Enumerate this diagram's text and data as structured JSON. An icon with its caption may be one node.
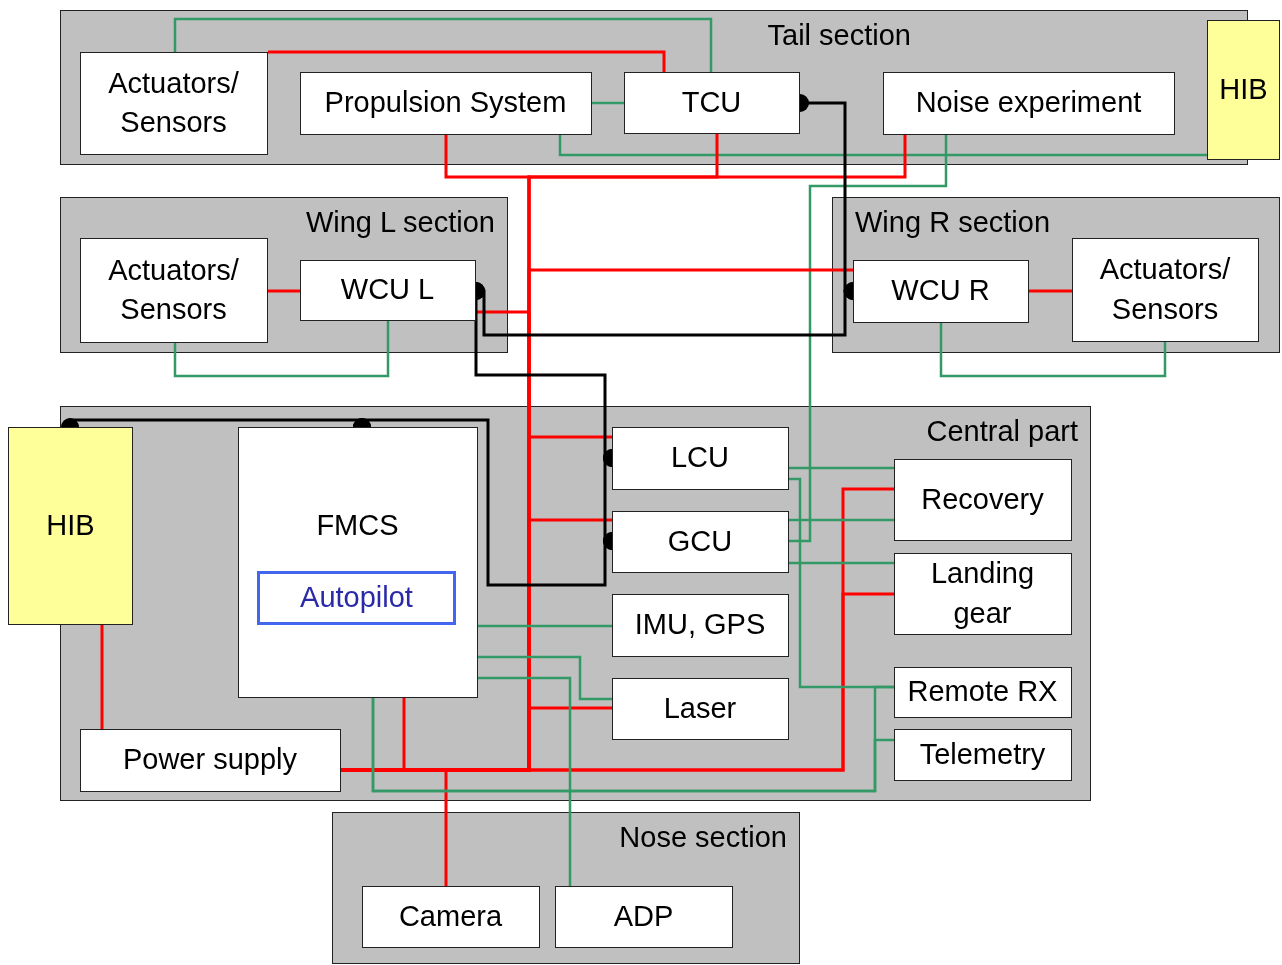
{
  "diagram": {
    "nodes": [
      {
        "text": [
          "Tail section"
        ]
      },
      {
        "text": [
          "Actuators/ Sensors"
        ],
        "in": 0
      },
      {
        "text": [
          "Propulsion System"
        ],
        "in": 0
      },
      {
        "text": [
          "TCU"
        ],
        "in": 0
      },
      {
        "text": [
          "Noise experiment"
        ],
        "in": 0
      },
      {
        "text": [
          "HIB"
        ]
      },
      {
        "text": [
          "Wing L section"
        ]
      },
      {
        "text": [
          "Actuators/ Sensors"
        ],
        "in": 6
      },
      {
        "text": [
          "WCU L"
        ],
        "in": 6
      },
      {
        "text": [
          "Wing R section"
        ]
      },
      {
        "text": [
          "WCU R"
        ],
        "in": 9
      },
      {
        "text": [
          "Actuators/ Sensors"
        ],
        "in": 9
      },
      {
        "text": [
          "Central part"
        ]
      },
      {
        "text": [
          "HIB"
        ]
      },
      {
        "text": [
          "FMCS"
        ],
        "in": 12
      },
      {
        "text": [
          "Autopilot"
        ],
        "in": 14
      },
      {
        "text": [
          "LCU"
        ],
        "in": 12
      },
      {
        "text": [
          "GCU"
        ],
        "in": 12
      },
      {
        "text": [
          "IMU, GPS"
        ],
        "in": 12
      },
      {
        "text": [
          "Laser"
        ],
        "in": 12
      },
      {
        "text": [
          "Recovery"
        ],
        "in": 12
      },
      {
        "text": [
          "Landing gear"
        ],
        "in": 12
      },
      {
        "text": [
          "Remote RX"
        ],
        "in": 12
      },
      {
        "text": [
          "Telemetry"
        ],
        "in": 12
      },
      {
        "text": [
          "Power supply"
        ],
        "in": 12
      },
      {
        "text": [
          "Nose section"
        ]
      },
      {
        "text": [
          "Camera"
        ],
        "in": 25
      },
      {
        "text": [
          "ADP"
        ],
        "in": 25
      }
    ],
    "edges": [
      {
        "from": 1,
        "to": 3,
        "arrow": "none"
      },
      {
        "from": 1,
        "to": 3,
        "arrow": "none",
        "color": "#339966"
      },
      {
        "from": 2,
        "to": 3,
        "arrow": "none",
        "color": "#339966"
      },
      {
        "from": 2,
        "to": 5,
        "arrow": "none",
        "color": "#339966"
      },
      {
        "from": 4,
        "to": 17,
        "arrow": "none",
        "color": "#339966"
      },
      {
        "from": 24,
        "to": 2,
        "arrow": "none"
      },
      {
        "from": 24,
        "to": 3,
        "arrow": "none"
      },
      {
        "from": 24,
        "to": 4,
        "arrow": "none"
      },
      {
        "from": 24,
        "to": 8,
        "arrow": "none"
      },
      {
        "from": 24,
        "to": 10,
        "arrow": "none"
      },
      {
        "from": 24,
        "to": 16,
        "arrow": "none"
      },
      {
        "from": 24,
        "to": 17,
        "arrow": "none"
      },
      {
        "from": 24,
        "to": 19,
        "arrow": "none"
      },
      {
        "from": 24,
        "to": 14,
        "arrow": "none"
      },
      {
        "from": 24,
        "to": 26,
        "arrow": "none"
      },
      {
        "from": 24,
        "to": 20,
        "arrow": "none"
      },
      {
        "from": 24,
        "to": 21,
        "arrow": "none"
      },
      {
        "from": 13,
        "to": 24,
        "arrow": "none"
      },
      {
        "from": 7,
        "to": 8,
        "arrow": "none"
      },
      {
        "from": 7,
        "to": 8,
        "arrow": "none",
        "color": "#339966"
      },
      {
        "from": 10,
        "to": 11,
        "arrow": "none"
      },
      {
        "from": 10,
        "to": 11,
        "arrow": "none",
        "color": "#339966"
      },
      {
        "from": 3,
        "to": 10,
        "arrow": "other",
        "color": "#000000"
      },
      {
        "from": 10,
        "to": 8,
        "arrow": "other",
        "color": "#000000"
      },
      {
        "from": 8,
        "to": 16,
        "arrow": "other",
        "color": "#000000"
      },
      {
        "from": 16,
        "to": 17,
        "arrow": "other",
        "color": "#000000"
      },
      {
        "from": 17,
        "to": 14,
        "arrow": "other",
        "color": "#000000"
      },
      {
        "from": 14,
        "to": 13,
        "arrow": "other",
        "color": "#000000"
      },
      {
        "from": 14,
        "to": 18,
        "arrow": "none",
        "color": "#339966"
      },
      {
        "from": 14,
        "to": 19,
        "arrow": "none",
        "color": "#339966"
      },
      {
        "from": 14,
        "to": 27,
        "arrow": "none",
        "color": "#339966"
      },
      {
        "from": 14,
        "to": 23,
        "arrow": "none",
        "color": "#339966"
      },
      {
        "from": 14,
        "to": 22,
        "arrow": "none",
        "color": "#339966"
      },
      {
        "from": 16,
        "to": 20,
        "arrow": "none",
        "color": "#339966"
      },
      {
        "from": 16,
        "to": 22,
        "arrow": "none",
        "color": "#339966"
      },
      {
        "from": 17,
        "to": 20,
        "arrow": "none",
        "color": "#339966"
      },
      {
        "from": 17,
        "to": 21,
        "arrow": "none",
        "color": "#339966"
      }
    ]
  }
}
